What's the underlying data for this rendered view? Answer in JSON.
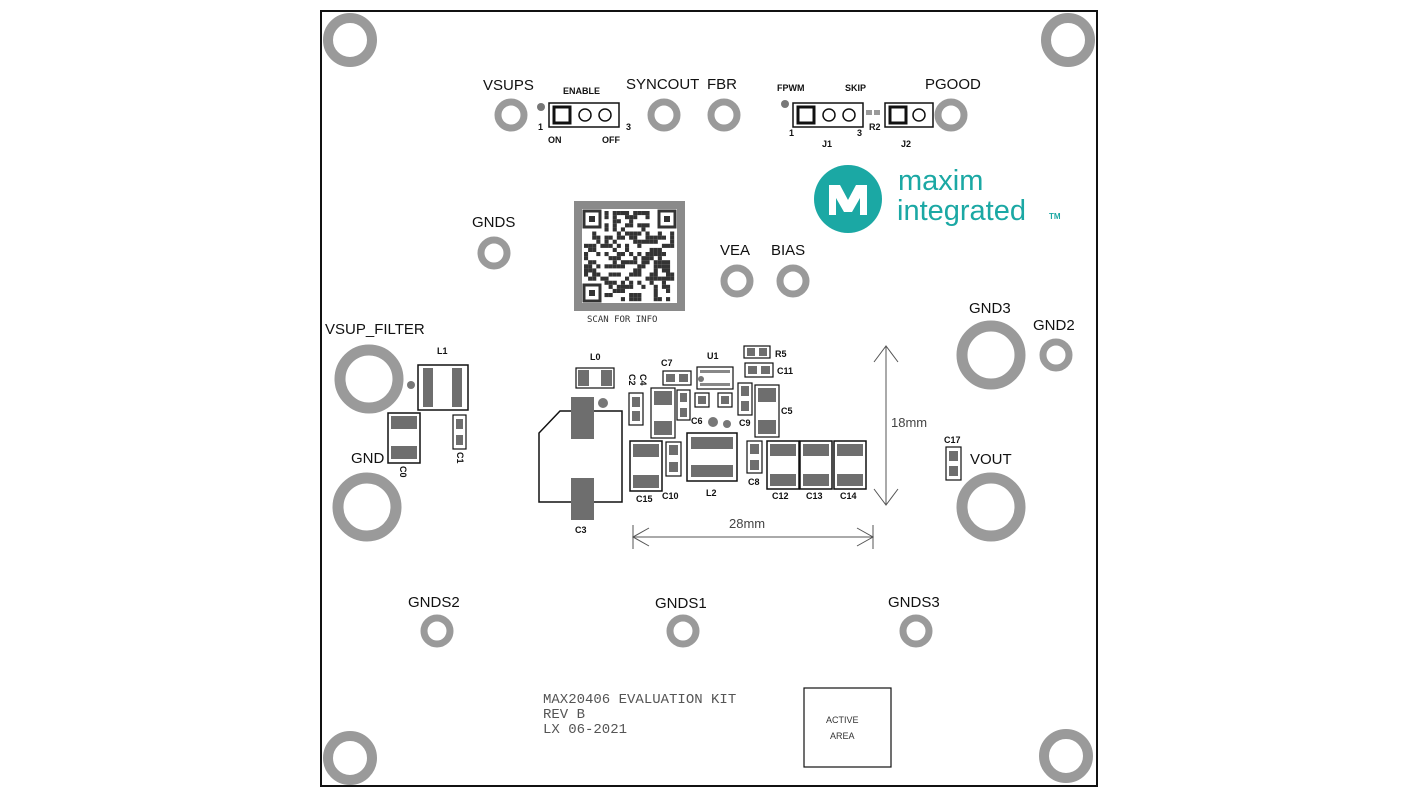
{
  "board": {
    "colors": {
      "outline": "#111111",
      "copper": "#9a9a9a",
      "pad_dark": "#6e6e6e",
      "brand": "#1ba8a4"
    },
    "labels": {
      "vsups": "VSUPS",
      "enable": "ENABLE",
      "on": "ON",
      "off": "OFF",
      "pin1": "1",
      "pin3": "3",
      "syncout": "SYNCOUT",
      "fbr": "FBR",
      "fpwm": "FPWM",
      "skip": "SKIP",
      "j1": "J1",
      "j2": "J2",
      "j1_pin1": "1",
      "j1_pin3": "3",
      "r2": "R2",
      "pgood": "PGOOD",
      "gnds": "GNDS",
      "vea": "VEA",
      "bias": "BIAS",
      "gnd3": "GND3",
      "gnd2": "GND2",
      "vsup_filter": "VSUP_FILTER",
      "l1": "L1",
      "gnd": "GND",
      "c0": "C0",
      "c1": "C1",
      "l0": "L0",
      "c7": "C7",
      "u1": "U1",
      "r5": "R5",
      "c11": "C11",
      "c2": "C2",
      "c4": "C4",
      "c6": "C6",
      "c9": "C9",
      "c5": "C5",
      "l2": "L2",
      "c8": "C8",
      "c15": "C15",
      "c10": "C10",
      "c12": "C12",
      "c13": "C13",
      "c14": "C14",
      "c3": "C3",
      "c17": "C17",
      "vout": "VOUT",
      "dim_h": "18mm",
      "dim_w": "28mm",
      "gnds2": "GNDS2",
      "gnds1": "GNDS1",
      "gnds3": "GNDS3"
    },
    "qr": {
      "caption": "SCAN FOR INFO"
    },
    "logo": {
      "line1": "maxim",
      "line2": "integrated",
      "tm": "TM",
      "icon": "maxim-logo-icon"
    },
    "silk": {
      "line1": "MAX20406 EVALUATION KIT",
      "line2": "REV B",
      "line3": "LX 06-2021"
    },
    "active_area": {
      "line1": "ACTIVE",
      "line2": "AREA"
    }
  }
}
